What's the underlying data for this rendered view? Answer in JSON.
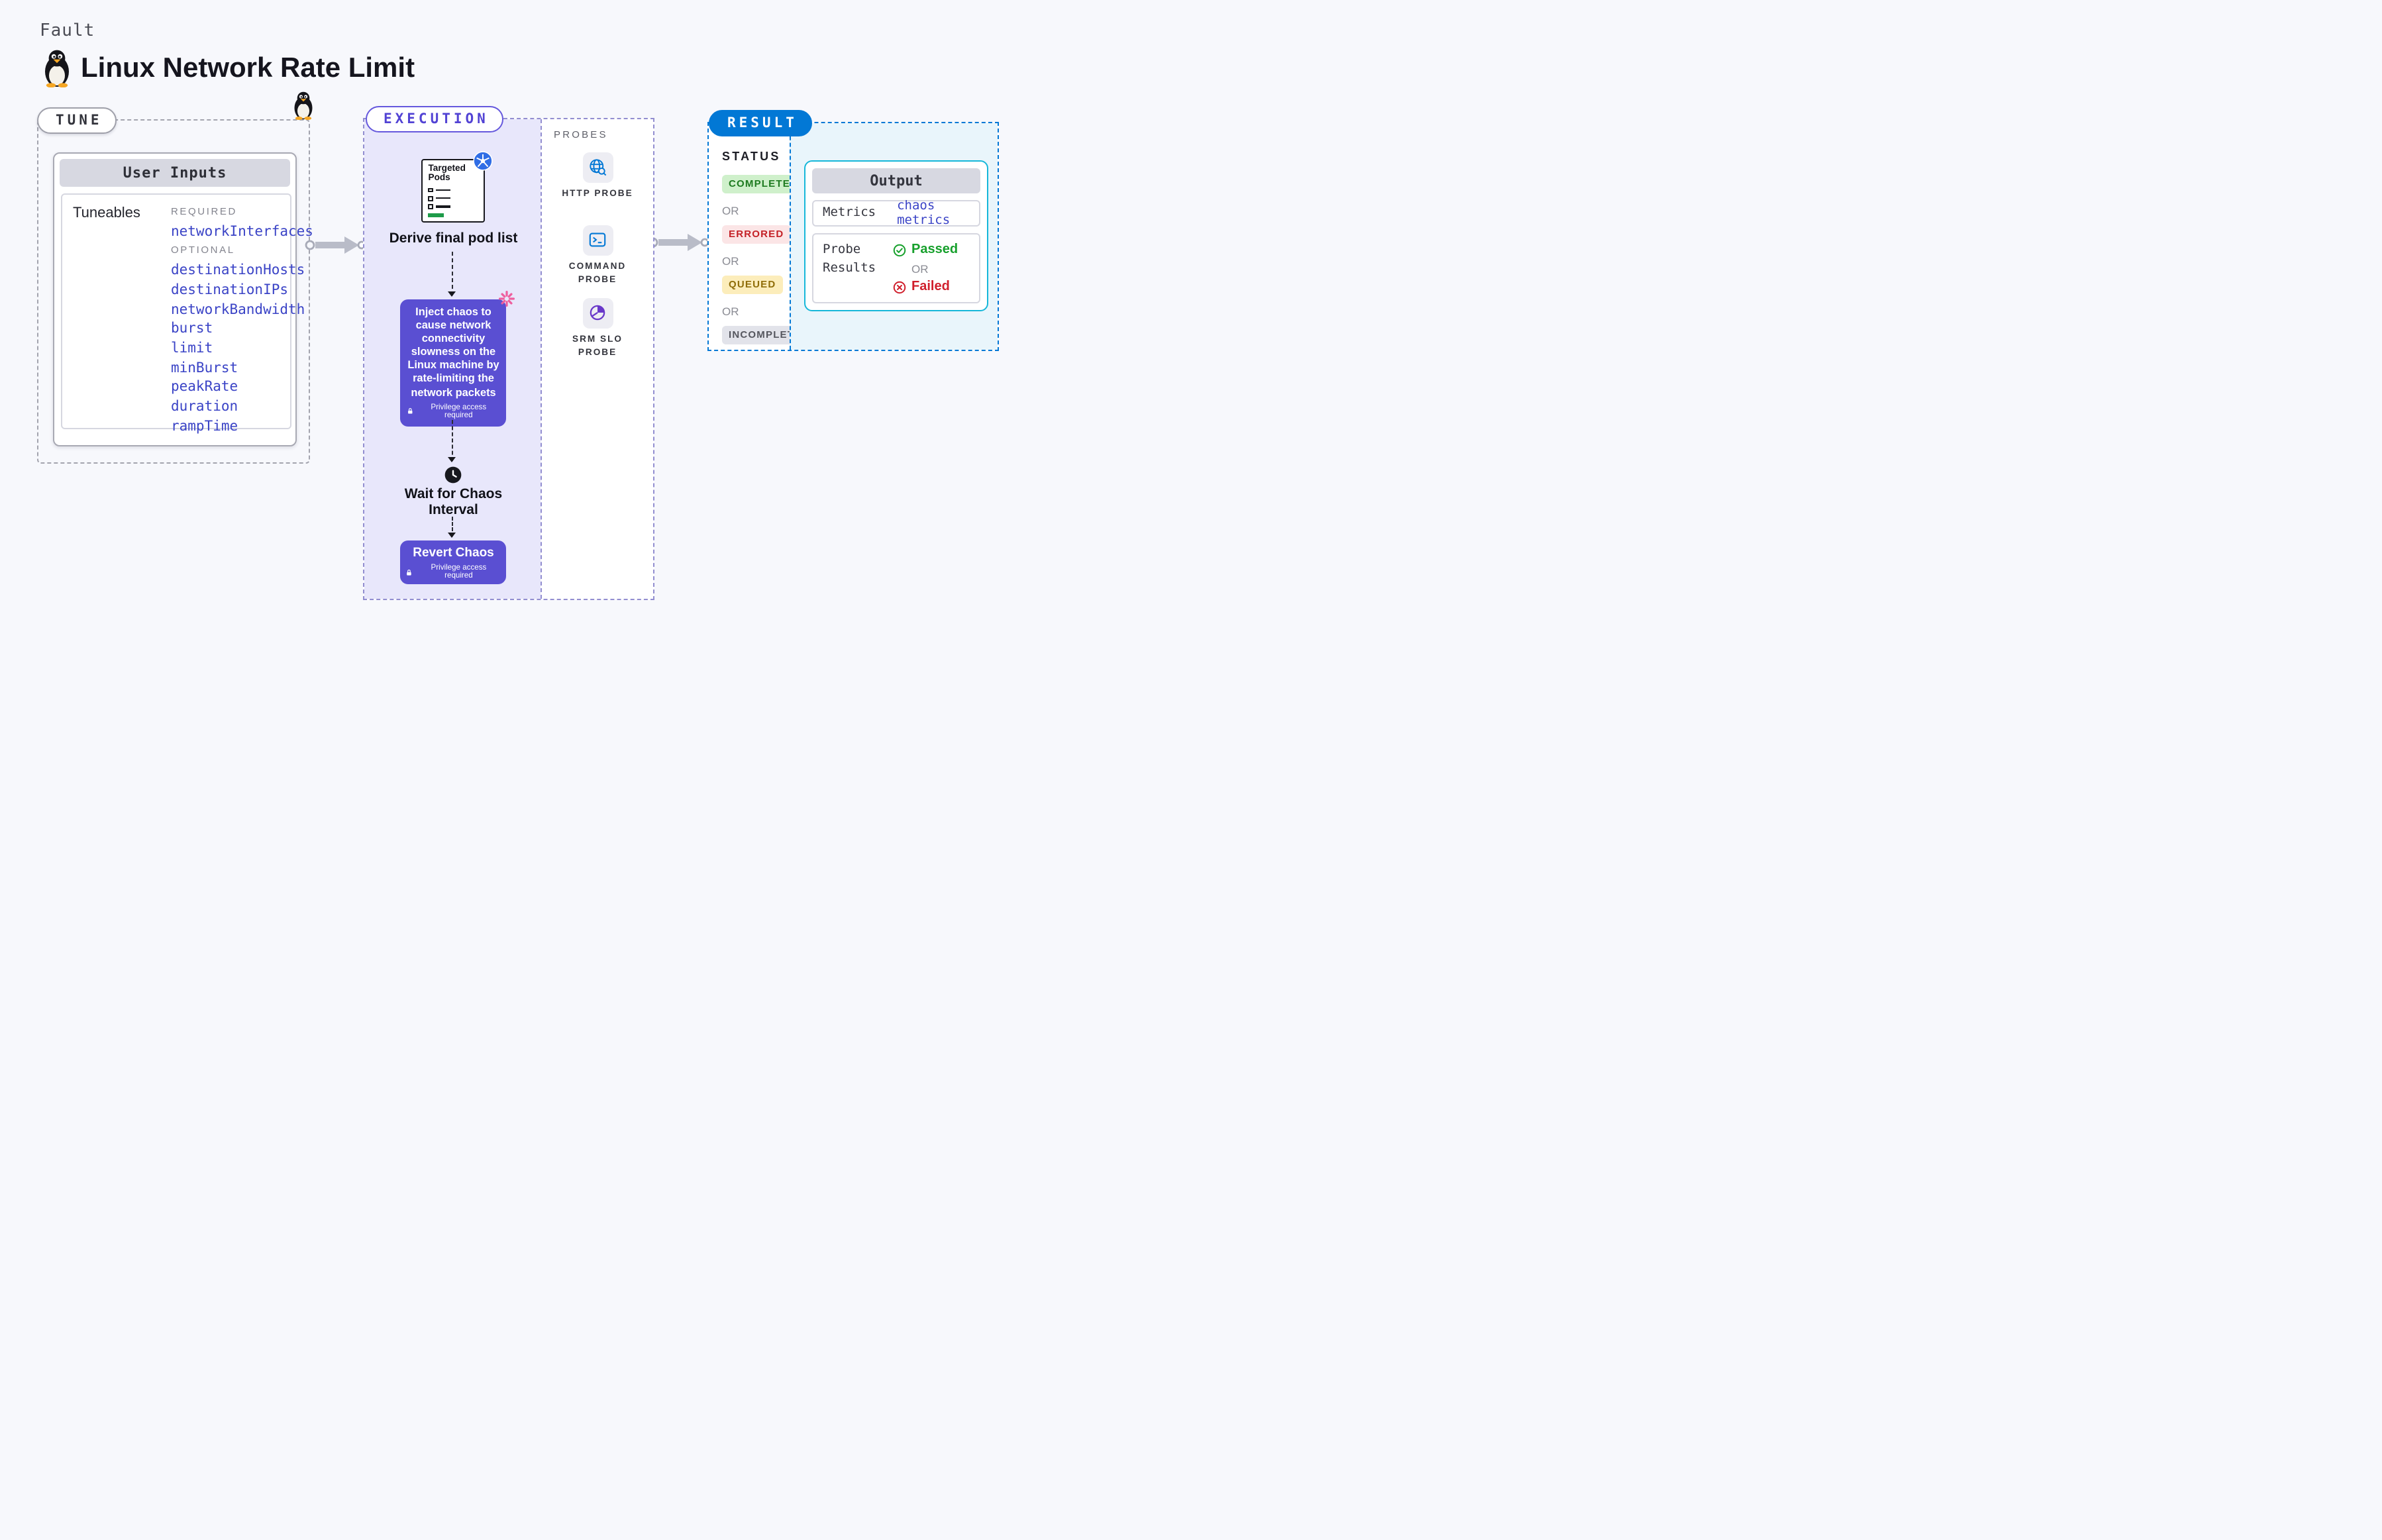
{
  "page": {
    "kicker": "Fault",
    "title": "Linux Network Rate Limit"
  },
  "tune": {
    "label": "TUNE",
    "card_title": "User Inputs",
    "tuneables_label": "Tuneables",
    "required_label": "REQUIRED",
    "required": [
      "networkInterfaces"
    ],
    "optional_label": "OPTIONAL",
    "optional": [
      "destinationHosts",
      "destinationIPs",
      "networkBandwidth",
      "burst",
      "limit",
      "minBurst",
      "peakRate",
      "duration",
      "rampTime"
    ]
  },
  "execution": {
    "label": "EXECUTION",
    "targeted_pods_title": "Targeted Pods",
    "derive_label": "Derive final pod list",
    "inject_text": "Inject chaos to cause network connectivity slowness on the Linux machine by rate-limiting the network packets",
    "wait_label": "Wait for Chaos Interval",
    "revert_label": "Revert Chaos",
    "privilege_label": "Privilege access required",
    "probes": {
      "label": "PROBES",
      "items": [
        {
          "name": "HTTP PROBE",
          "icon": "globe-search-icon"
        },
        {
          "name": "COMMAND PROBE",
          "icon": "terminal-icon"
        },
        {
          "name": "SRM SLO PROBE",
          "icon": "pie-chart-icon"
        }
      ]
    }
  },
  "result": {
    "label": "RESULT",
    "status_label": "STATUS",
    "or_label": "OR",
    "statuses": [
      {
        "label": "COMPLETED",
        "type": "completed"
      },
      {
        "label": "ERRORED",
        "type": "errored"
      },
      {
        "label": "QUEUED",
        "type": "queued"
      },
      {
        "label": "INCOMPLETED",
        "type": "incompleted"
      }
    ],
    "output": {
      "title": "Output",
      "metrics_label": "Metrics",
      "metrics_link": "chaos metrics",
      "probe_results_label": "Probe Results",
      "passed_label": "Passed",
      "failed_label": "Failed"
    }
  },
  "colors": {
    "page_bg": "#f7f8fc",
    "result_accent": "#0278d5",
    "execution_accent": "#5a4fd2",
    "execution_bg": "#e8e7fb",
    "link_blue": "#3a43c6",
    "output_border": "#16b7d9",
    "output_bg": "#e9f5fb",
    "completed_green": "#1d7a1f",
    "errored_red": "#c42127",
    "queued_yellow": "#8f6d08",
    "incompleted_gray": "#55565e",
    "passed_green": "#17a02c",
    "failed_red": "#d01f2c",
    "kubernetes_blue": "#2f6de5",
    "arrow_gray": "#b9bcc8"
  }
}
